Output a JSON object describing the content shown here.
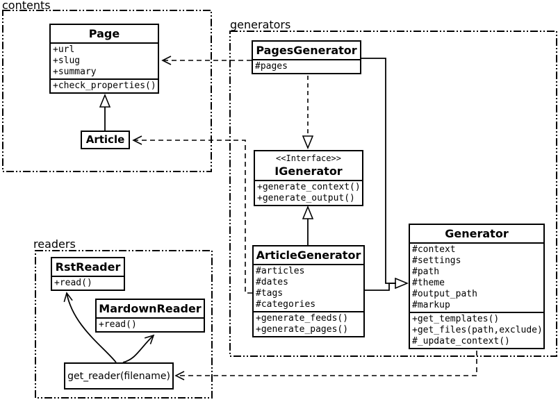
{
  "packages": {
    "contents": {
      "label": "contents"
    },
    "generators": {
      "label": "generators"
    },
    "readers": {
      "label": "readers"
    }
  },
  "classes": {
    "page": {
      "name": "Page",
      "attributes": [
        "+url",
        "+slug",
        "+summary"
      ],
      "methods": [
        "+check_properties()"
      ]
    },
    "article": {
      "name": "Article"
    },
    "pages_generator": {
      "name": "PagesGenerator",
      "attributes": [
        "#pages"
      ]
    },
    "igenerator": {
      "stereotype": "<<Interface>>",
      "name": "IGenerator",
      "methods": [
        "+generate_context()",
        "+generate_output()"
      ]
    },
    "article_generator": {
      "name": "ArticleGenerator",
      "attributes": [
        "#articles",
        "#dates",
        "#tags",
        "#categories"
      ],
      "methods": [
        "+generate_feeds()",
        "+generate_pages()"
      ]
    },
    "generator": {
      "name": "Generator",
      "attributes": [
        "#context",
        "#settings",
        "#path",
        "#theme",
        "#output_path",
        "#markup"
      ],
      "methods": [
        "+get_templates()",
        "+get_files(path,exclude)",
        "#_update_context()"
      ]
    },
    "rst_reader": {
      "name": "RstReader",
      "methods": [
        "+read()"
      ]
    },
    "mardown_reader": {
      "name": "MardownReader",
      "methods": [
        "+read()"
      ]
    },
    "get_reader": {
      "label": "get_reader(filename)"
    }
  },
  "relationships": [
    {
      "from": "Article",
      "to": "Page",
      "type": "generalization",
      "line": "solid"
    },
    {
      "from": "PagesGenerator",
      "to": "Page",
      "type": "dependency",
      "line": "dashed"
    },
    {
      "from": "ArticleGenerator",
      "to": "Article",
      "type": "dependency",
      "line": "dashed"
    },
    {
      "from": "PagesGenerator",
      "to": "IGenerator",
      "type": "realization",
      "line": "dashed"
    },
    {
      "from": "ArticleGenerator",
      "to": "IGenerator",
      "type": "generalization",
      "line": "solid"
    },
    {
      "from": "PagesGenerator",
      "to": "Generator",
      "type": "generalization",
      "line": "solid"
    },
    {
      "from": "ArticleGenerator",
      "to": "Generator",
      "type": "generalization",
      "line": "solid"
    },
    {
      "from": "Generator",
      "to": "get_reader(filename)",
      "type": "dependency",
      "line": "dashed"
    },
    {
      "from": "get_reader(filename)",
      "to": "RstReader",
      "type": "call",
      "line": "solid"
    },
    {
      "from": "get_reader(filename)",
      "to": "MardownReader",
      "type": "call",
      "line": "solid"
    }
  ],
  "colors": {
    "stroke": "#000000",
    "background": "#ffffff"
  }
}
